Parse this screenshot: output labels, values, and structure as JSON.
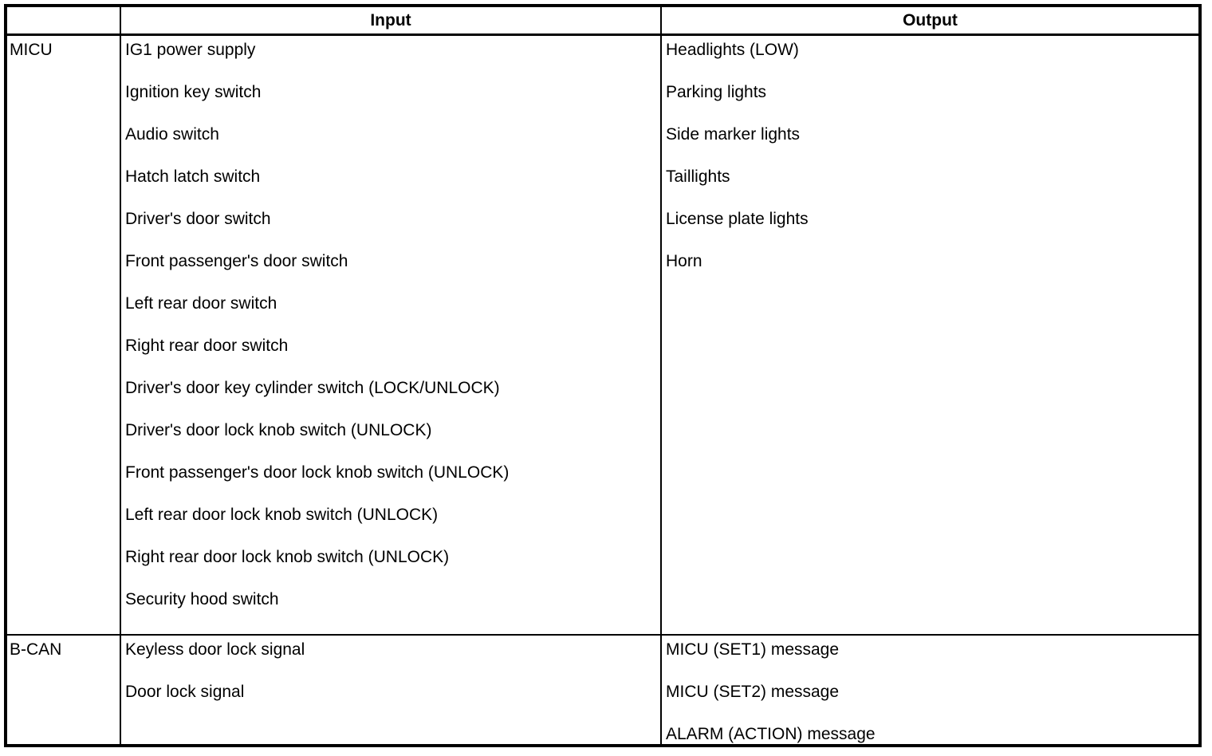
{
  "table": {
    "header": {
      "label_col": "",
      "input_col": "Input",
      "output_col": "Output"
    },
    "rows": [
      {
        "label": "MICU",
        "inputs": [
          "IG1 power supply",
          "Ignition key switch",
          "Audio switch",
          "Hatch latch switch",
          "Driver's door switch",
          "Front passenger's door switch",
          "Left rear door switch",
          "Right rear door switch",
          "Driver's door key cylinder switch (LOCK/UNLOCK)",
          "Driver's door lock knob switch (UNLOCK)",
          "Front passenger's door lock knob switch (UNLOCK)",
          "Left rear door lock knob switch (UNLOCK)",
          "Right rear door lock knob switch (UNLOCK)",
          "Security hood switch"
        ],
        "outputs": [
          "Headlights (LOW)",
          "Parking lights",
          "Side marker lights",
          "Taillights",
          "License plate lights",
          "Horn"
        ]
      },
      {
        "label": "B-CAN",
        "inputs": [
          "Keyless door lock signal",
          "Door lock signal"
        ],
        "outputs": [
          "MICU (SET1) message",
          "MICU (SET2) message",
          "ALARM (ACTION) message"
        ]
      }
    ],
    "colors": {
      "border": "#000000",
      "background": "#ffffff",
      "text": "#000000"
    }
  }
}
